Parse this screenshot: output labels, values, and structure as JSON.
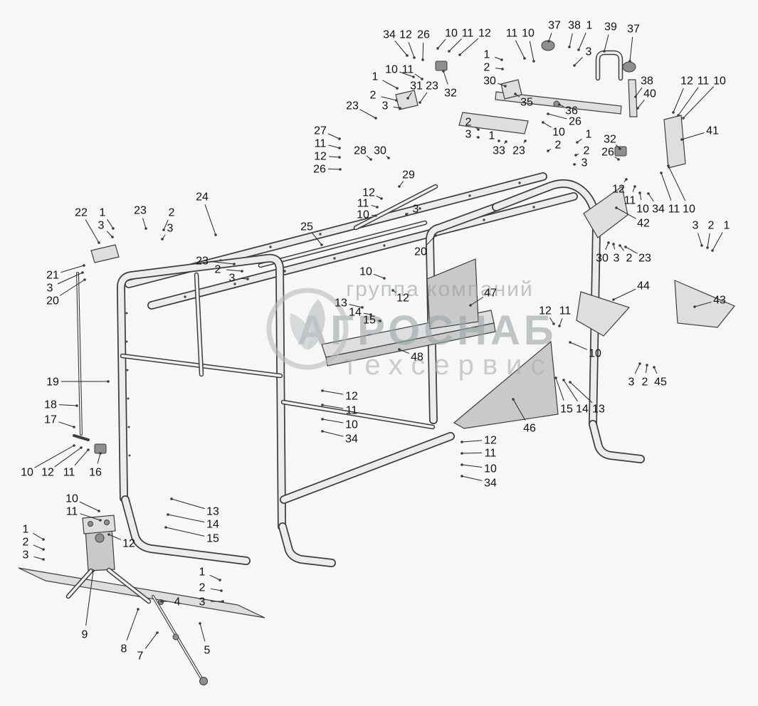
{
  "watermark": {
    "line1": "группа компаний",
    "line2": "АГРОСНАБ",
    "line3": "техсервис"
  },
  "colors": {
    "background": "#f7f7f5",
    "line": "#3e3e3e",
    "fill_light": "#ececec",
    "fill_mid": "#dedede",
    "watermark_gray": "#9ba4a9",
    "label_text": "#101010"
  },
  "callouts": [
    [
      "34",
      547,
      48,
      572,
      78
    ],
    [
      "12",
      570,
      48,
      582,
      81
    ],
    [
      "26",
      595,
      48,
      594,
      84
    ],
    [
      "10",
      634,
      46,
      615,
      68
    ],
    [
      "11",
      657,
      46,
      631,
      72
    ],
    [
      "12",
      681,
      46,
      646,
      77
    ],
    [
      "11",
      719,
      46,
      737,
      82
    ],
    [
      "10",
      742,
      46,
      750,
      86
    ],
    [
      "37",
      779,
      35,
      771,
      58
    ],
    [
      "38",
      807,
      35,
      800,
      66
    ],
    [
      "1",
      828,
      35,
      813,
      70
    ],
    [
      "39",
      858,
      37,
      849,
      72
    ],
    [
      "37",
      890,
      40,
      885,
      86
    ],
    [
      "10",
      550,
      97,
      581,
      108
    ],
    [
      "11",
      573,
      97,
      593,
      111
    ],
    [
      "1",
      684,
      76,
      705,
      84
    ],
    [
      "2",
      684,
      94,
      706,
      97
    ],
    [
      "30",
      688,
      113,
      710,
      121
    ],
    [
      "3",
      827,
      72,
      807,
      92
    ],
    [
      "31",
      585,
      120,
      573,
      138
    ],
    [
      "23",
      607,
      120,
      590,
      144
    ],
    [
      "32",
      633,
      130,
      623,
      100
    ],
    [
      "35",
      740,
      143,
      724,
      132
    ],
    [
      "36",
      803,
      155,
      786,
      147
    ],
    [
      "26",
      808,
      170,
      770,
      160
    ],
    [
      "10",
      785,
      185,
      763,
      172
    ],
    [
      "38",
      909,
      113,
      893,
      136
    ],
    [
      "40",
      913,
      131,
      896,
      152
    ],
    [
      "12",
      965,
      113,
      946,
      158
    ],
    [
      "11",
      988,
      113,
      953,
      162
    ],
    [
      "10",
      1011,
      113,
      960,
      166
    ],
    [
      "41",
      1001,
      183,
      958,
      196
    ],
    [
      "1",
      527,
      107,
      558,
      124
    ],
    [
      "2",
      524,
      133,
      557,
      141
    ],
    [
      "3",
      541,
      148,
      562,
      152
    ],
    [
      "23",
      495,
      148,
      528,
      166
    ],
    [
      "27",
      450,
      183,
      477,
      195
    ],
    [
      "11",
      450,
      201,
      477,
      208
    ],
    [
      "12",
      450,
      219,
      477,
      221
    ],
    [
      "26",
      449,
      237,
      478,
      238
    ],
    [
      "28",
      506,
      211,
      521,
      224
    ],
    [
      "30",
      534,
      211,
      546,
      222
    ],
    [
      "2",
      658,
      171,
      672,
      182
    ],
    [
      "3",
      658,
      188,
      672,
      193
    ],
    [
      "1",
      691,
      190,
      701,
      198
    ],
    [
      "33",
      701,
      211,
      711,
      199
    ],
    [
      "23",
      729,
      211,
      738,
      198
    ],
    [
      "2",
      784,
      203,
      770,
      212
    ],
    [
      "1",
      827,
      188,
      811,
      200
    ],
    [
      "2",
      824,
      211,
      809,
      218
    ],
    [
      "3",
      821,
      228,
      807,
      231
    ],
    [
      "32",
      857,
      195,
      871,
      209
    ],
    [
      "26",
      854,
      213,
      869,
      224
    ],
    [
      "12",
      869,
      265,
      880,
      252
    ],
    [
      "11",
      885,
      281,
      892,
      262
    ],
    [
      "10",
      903,
      293,
      899,
      271
    ],
    [
      "34",
      925,
      293,
      911,
      272
    ],
    [
      "11",
      947,
      293,
      929,
      243
    ],
    [
      "10",
      968,
      293,
      939,
      233
    ],
    [
      "29",
      574,
      245,
      561,
      262
    ],
    [
      "12",
      518,
      270,
      536,
      279
    ],
    [
      "11",
      510,
      285,
      530,
      291
    ],
    [
      "10",
      510,
      301,
      528,
      303
    ],
    [
      "3",
      584,
      293,
      571,
      301
    ],
    [
      "24",
      284,
      276,
      303,
      330
    ],
    [
      "25",
      431,
      318,
      452,
      344
    ],
    [
      "20",
      591,
      353,
      612,
      331
    ],
    [
      "42",
      904,
      313,
      866,
      292
    ],
    [
      "30",
      846,
      362,
      855,
      341
    ],
    [
      "3",
      866,
      362,
      862,
      343
    ],
    [
      "2",
      884,
      362,
      871,
      345
    ],
    [
      "23",
      906,
      362,
      879,
      347
    ],
    [
      "3",
      977,
      316,
      986,
      345
    ],
    [
      "2",
      999,
      316,
      994,
      348
    ],
    [
      "1",
      1021,
      316,
      1001,
      352
    ],
    [
      "22",
      114,
      298,
      139,
      341
    ],
    [
      "1",
      144,
      298,
      159,
      321
    ],
    [
      "3",
      142,
      316,
      158,
      333
    ],
    [
      "23",
      197,
      295,
      205,
      321
    ],
    [
      "2",
      241,
      298,
      230,
      323
    ],
    [
      "3",
      239,
      320,
      228,
      336
    ],
    [
      "23",
      284,
      366,
      329,
      371
    ],
    [
      "2",
      306,
      378,
      340,
      381
    ],
    [
      "3",
      326,
      390,
      348,
      392
    ],
    [
      "21",
      74,
      386,
      118,
      373
    ],
    [
      "3",
      70,
      404,
      116,
      383
    ],
    [
      "20",
      74,
      422,
      119,
      393
    ],
    [
      "10",
      514,
      381,
      540,
      391
    ],
    [
      "12",
      566,
      418,
      552,
      408
    ],
    [
      "13",
      479,
      425,
      509,
      432
    ],
    [
      "14",
      499,
      438,
      521,
      442
    ],
    [
      "15",
      519,
      449,
      534,
      451
    ],
    [
      "47",
      689,
      411,
      661,
      429
    ],
    [
      "44",
      904,
      401,
      862,
      421
    ],
    [
      "43",
      1011,
      421,
      976,
      431
    ],
    [
      "12",
      766,
      436,
      778,
      455
    ],
    [
      "11",
      794,
      436,
      786,
      458
    ],
    [
      "10",
      836,
      496,
      801,
      481
    ],
    [
      "48",
      586,
      501,
      561,
      491
    ],
    [
      "3",
      887,
      536,
      899,
      511
    ],
    [
      "2",
      906,
      536,
      909,
      513
    ],
    [
      "45",
      928,
      536,
      919,
      516
    ],
    [
      "15",
      796,
      574,
      781,
      531
    ],
    [
      "14",
      818,
      574,
      792,
      534
    ],
    [
      "13",
      841,
      574,
      801,
      537
    ],
    [
      "19",
      74,
      536,
      152,
      536
    ],
    [
      "18",
      71,
      568,
      108,
      570
    ],
    [
      "17",
      71,
      589,
      104,
      600
    ],
    [
      "10",
      38,
      663,
      104,
      626
    ],
    [
      "12",
      67,
      663,
      114,
      629
    ],
    [
      "11",
      97,
      663,
      124,
      632
    ],
    [
      "16",
      134,
      663,
      141,
      637
    ],
    [
      "46",
      744,
      601,
      721,
      561
    ],
    [
      "12",
      494,
      556,
      453,
      549
    ],
    [
      "11",
      494,
      576,
      453,
      569
    ],
    [
      "10",
      494,
      596,
      453,
      589
    ],
    [
      "34",
      494,
      616,
      453,
      606
    ],
    [
      "12",
      689,
      618,
      649,
      621
    ],
    [
      "11",
      689,
      636,
      649,
      637
    ],
    [
      "10",
      689,
      658,
      649,
      653
    ],
    [
      "34",
      689,
      678,
      649,
      669
    ],
    [
      "10",
      101,
      700,
      139,
      718
    ],
    [
      "11",
      101,
      718,
      141,
      731
    ],
    [
      "13",
      299,
      718,
      241,
      701
    ],
    [
      "14",
      299,
      736,
      236,
      723
    ],
    [
      "15",
      299,
      756,
      233,
      741
    ],
    [
      "12",
      181,
      763,
      153,
      751
    ],
    [
      "1",
      36,
      743,
      61,
      758
    ],
    [
      "2",
      36,
      761,
      61,
      772
    ],
    [
      "3",
      36,
      779,
      61,
      786
    ],
    [
      "1",
      284,
      803,
      309,
      815
    ],
    [
      "2",
      284,
      825,
      311,
      830
    ],
    [
      "3",
      284,
      845,
      313,
      845
    ],
    [
      "4",
      249,
      845,
      227,
      845
    ],
    [
      "9",
      119,
      891,
      131,
      802
    ],
    [
      "8",
      174,
      911,
      194,
      856
    ],
    [
      "7",
      197,
      921,
      221,
      889
    ],
    [
      "5",
      291,
      913,
      281,
      876
    ]
  ]
}
